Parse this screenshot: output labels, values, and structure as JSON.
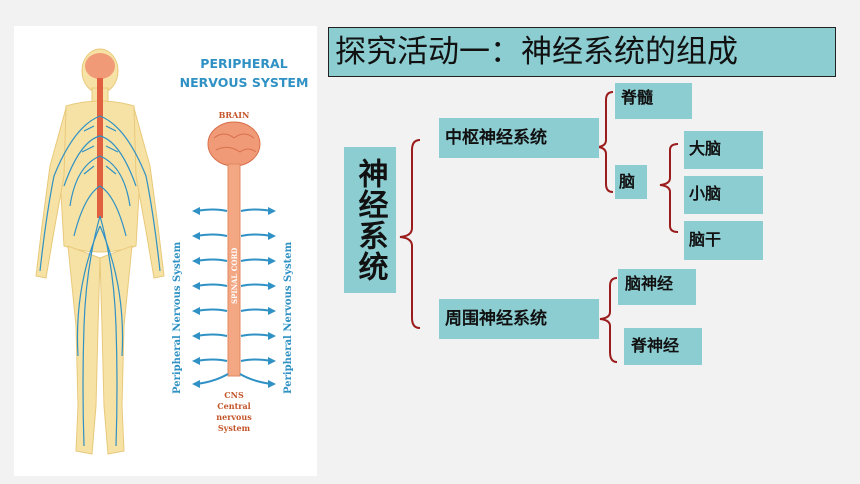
{
  "slide": {
    "title": "探究活动一：神经系统的组成"
  },
  "tree": {
    "root": "神经系统",
    "cns": "中枢神经系统",
    "spinal_cord": "脊髓",
    "brain": "脑",
    "cerebrum": "大脑",
    "cerebellum": "小脑",
    "brainstem": "脑干",
    "pns": "周围神经系统",
    "cranial_nerves": "脑神经",
    "spinal_nerves": "脊神经"
  },
  "figure": {
    "title_line1": "PERIPHERAL",
    "title_line2": "NERVOUS SYSTEM",
    "brain_label": "BRAIN",
    "spinal_label": "SPINAL CORD",
    "side_label": "Peripheral Nervous System",
    "cns_line1": "CNS",
    "cns_line2": "Central",
    "cns_line3": "nervous",
    "cns_line4": "System"
  },
  "colors": {
    "box_fill": "#8ccdd2",
    "bracket": "#9b1c1c",
    "nerve_blue": "#2f91c4",
    "body_skin": "#f7e2a6",
    "brain_orange": "#f09a77"
  }
}
